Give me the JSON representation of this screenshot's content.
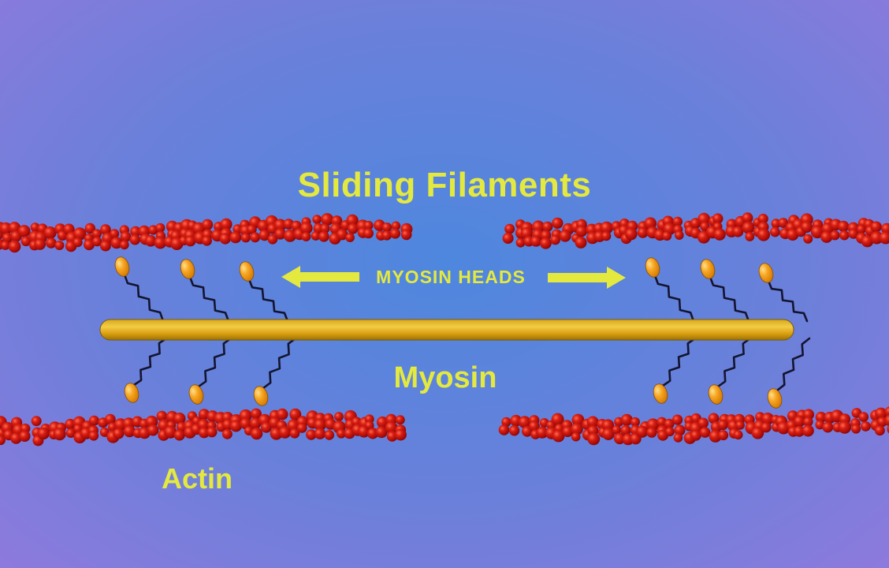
{
  "title": "Sliding Filaments",
  "labels": {
    "myosin_heads": "MYOSIN HEADS",
    "myosin": "Myosin",
    "actin": "Actin"
  },
  "icons": {
    "myosin_heads_left_arrow": "←",
    "myosin_heads_right_arrow": "→"
  },
  "colors": {
    "background_center": "#4e87de",
    "background_edge": "#8d7adc",
    "label_yellow": "#e4e93f",
    "actin_red": "#b01010",
    "myosin_gold": "#e2ae1c",
    "head_orange": "#f5a623"
  }
}
